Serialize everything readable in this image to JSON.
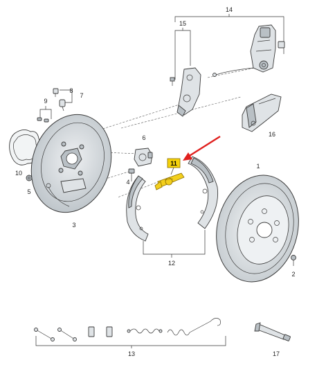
{
  "callouts": {
    "c1": "1",
    "c2": "2",
    "c3": "3",
    "c4": "4",
    "c5": "5",
    "c6": "6",
    "c7": "7",
    "c8": "8",
    "c9": "9",
    "c10": "10",
    "c11": "11",
    "c12": "12",
    "c13": "13",
    "c14": "14",
    "c15": "15",
    "c16": "16",
    "c17": "17"
  },
  "highlight": {
    "part": "11",
    "box_color": "#f5d20a",
    "arrow_color": "#e0201e"
  }
}
